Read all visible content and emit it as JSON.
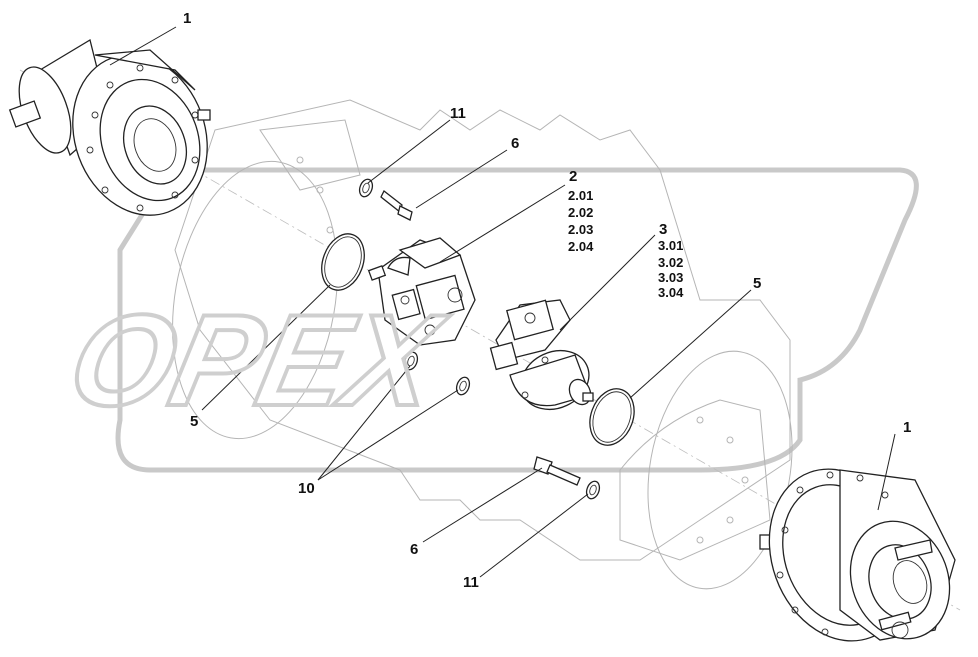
{
  "watermark": {
    "text": "OPEX",
    "color": "#c9c9c9"
  },
  "callouts": [
    {
      "id": "c1",
      "text": "1"
    },
    {
      "id": "c11a",
      "text": "11"
    },
    {
      "id": "c6a",
      "text": "6"
    },
    {
      "id": "c2",
      "text": "2"
    },
    {
      "id": "c201",
      "text": "2.01"
    },
    {
      "id": "c202",
      "text": "2.02"
    },
    {
      "id": "c203",
      "text": "2.03"
    },
    {
      "id": "c204",
      "text": "2.04"
    },
    {
      "id": "c3",
      "text": "3"
    },
    {
      "id": "c301",
      "text": "3.01"
    },
    {
      "id": "c302",
      "text": "3.02"
    },
    {
      "id": "c303",
      "text": "3.03"
    },
    {
      "id": "c304",
      "text": "3.04"
    },
    {
      "id": "c5a",
      "text": "5"
    },
    {
      "id": "c5b",
      "text": "5"
    },
    {
      "id": "c10",
      "text": "10"
    },
    {
      "id": "c1b",
      "text": "1"
    },
    {
      "id": "c6b",
      "text": "6"
    },
    {
      "id": "c11b",
      "text": "11"
    }
  ]
}
